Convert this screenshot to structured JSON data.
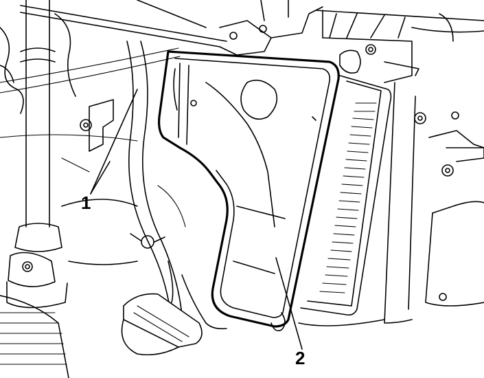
{
  "callouts": [
    {
      "id": "1",
      "label": "1"
    },
    {
      "id": "2",
      "label": "2"
    }
  ],
  "colors": {
    "line": "#000000",
    "background": "#ffffff"
  },
  "style": "monochrome line-art technical illustration"
}
